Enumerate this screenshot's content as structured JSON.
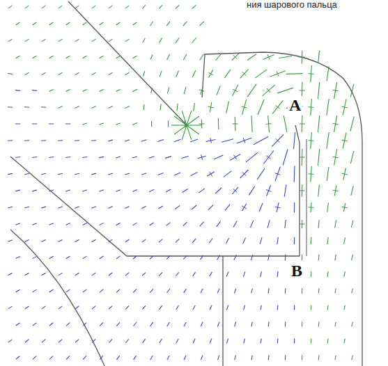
{
  "diagram": {
    "labels": [
      "ния шарового пальца",
      "A",
      "B"
    ]
  }
}
